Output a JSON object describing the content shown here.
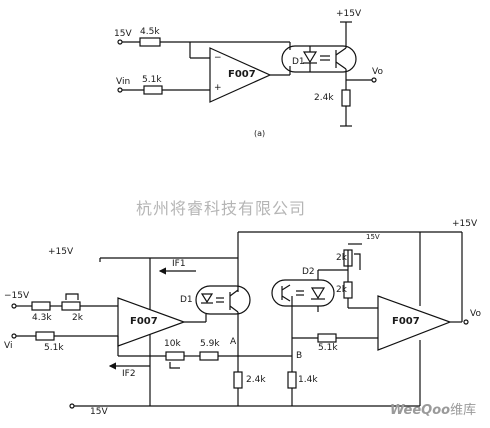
{
  "watermark": "杭州将睿科技有限公司",
  "logo": {
    "latin": "WeeQoo",
    "cn": "维库"
  },
  "circuit_a": {
    "caption": "(a)",
    "supply_left": "15V",
    "supply_top": "+15V",
    "r_feedback": "4.5k",
    "r_input": "5.1k",
    "input_label": "Vin",
    "amp": "F007",
    "minus": "−",
    "plus": "+",
    "led": "D1",
    "r_load": "2.4k",
    "output": "Vo"
  },
  "circuit_b": {
    "supply_top_left": "+15V",
    "supply_top_right": "+15V",
    "supply_left": "−15V",
    "supply_bottom": "15V",
    "supply_right_pot": "15V",
    "r_in_a": "4.3k",
    "pot_a": "2k",
    "r_in_b": "5.1k",
    "input_label": "Vi",
    "amp_left": "F007",
    "amp_right": "F007",
    "if1": "IF1",
    "if2": "IF2",
    "led_left": "D1",
    "led_right": "D2",
    "pot_fb": "10k",
    "r_fb": "5.9k",
    "node_a": "A",
    "node_b": "B",
    "r_a": "2.4k",
    "r_b": "1.4k",
    "r_mid": "5.1k",
    "pot_r1": "2k",
    "pot_r2": "2k",
    "output": "Vo"
  }
}
